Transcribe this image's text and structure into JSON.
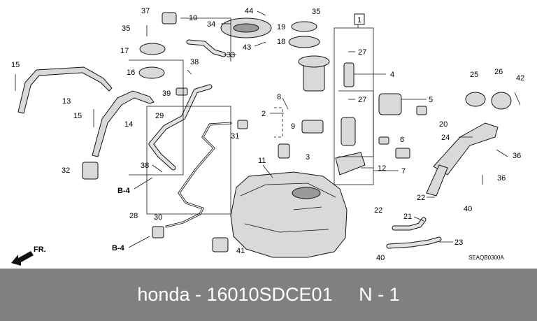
{
  "callouts": {
    "c1": "1",
    "c2": "2",
    "c3": "3",
    "c4": "4",
    "c5": "5",
    "c6": "6",
    "c7": "7",
    "c8": "8",
    "c9": "9",
    "c10": "10",
    "c11": "11",
    "c12": "12",
    "c13": "13",
    "c14": "14",
    "c15a": "15",
    "c15b": "15",
    "c16": "16",
    "c17": "17",
    "c18": "18",
    "c19": "19",
    "c20": "20",
    "c21": "21",
    "c22a": "22",
    "c22b": "22",
    "c23": "23",
    "c24": "24",
    "c25": "25",
    "c26": "26",
    "c27a": "27",
    "c27b": "27",
    "c28": "28",
    "c29": "29",
    "c30": "30",
    "c31": "31",
    "c32": "32",
    "c33": "33",
    "c34": "34",
    "c35a": "35",
    "c35b": "35",
    "c36a": "36",
    "c36b": "36",
    "c37": "37",
    "c38a": "38",
    "c38b": "38",
    "c39": "39",
    "c40a": "40",
    "c40b": "40",
    "c41": "41",
    "c42": "42",
    "c43": "43",
    "c44": "44"
  },
  "refs": {
    "b4_upper": "B-4",
    "b4_lower": "B-4",
    "front": "FR."
  },
  "diagram_code": "SEAQB0300A",
  "footer": {
    "text": "honda - 16010SDCE01     N - 1"
  }
}
